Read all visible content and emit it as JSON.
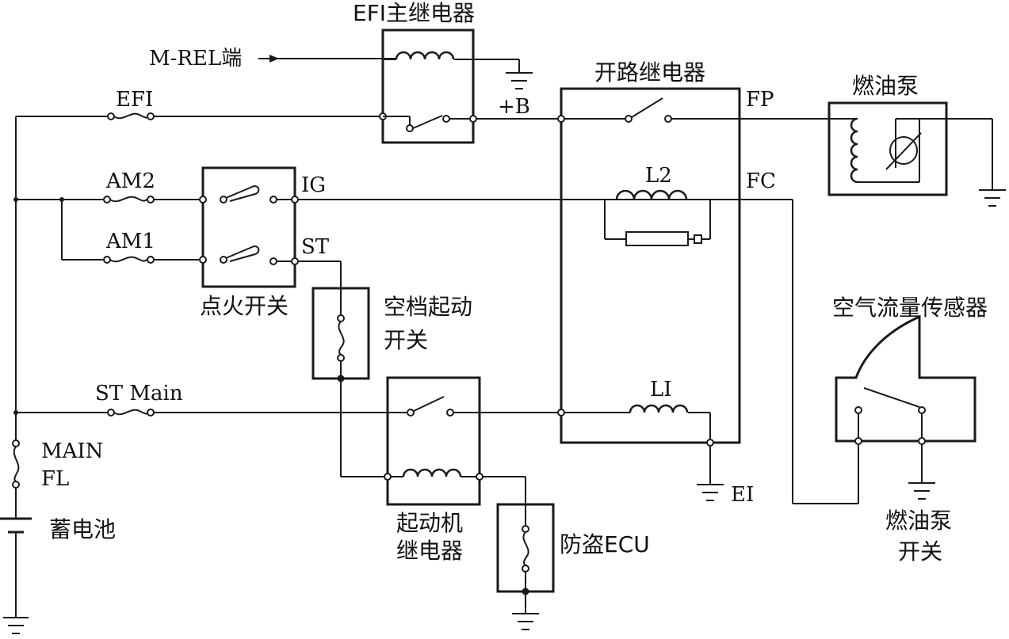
{
  "labels": {
    "efi_main_relay": "EFI主继电器",
    "m_rel": "M-REL端",
    "efi": "EFI",
    "plus_b": "+B",
    "circuit_opening_relay": "开路继电器",
    "fp": "FP",
    "fc": "FC",
    "l2": "L2",
    "l1": "LI",
    "ei": "EI",
    "fuel_pump": "燃油泵",
    "am2": "AM2",
    "am1": "AM1",
    "ig": "IG",
    "st": "ST",
    "ignition_switch": "点火开关",
    "neutral_start_1": "空档起动",
    "neutral_start_2": "开关",
    "st_main": "ST Main",
    "main": "MAIN",
    "fl": "FL",
    "battery": "蓄电池",
    "starter_relay_1": "起动机",
    "starter_relay_2": "继电器",
    "anti_theft_ecu": "防盗ECU",
    "air_flow_sensor": "空气流量传感器",
    "fuel_pump_switch_1": "燃油泵",
    "fuel_pump_switch_2": "开关"
  }
}
